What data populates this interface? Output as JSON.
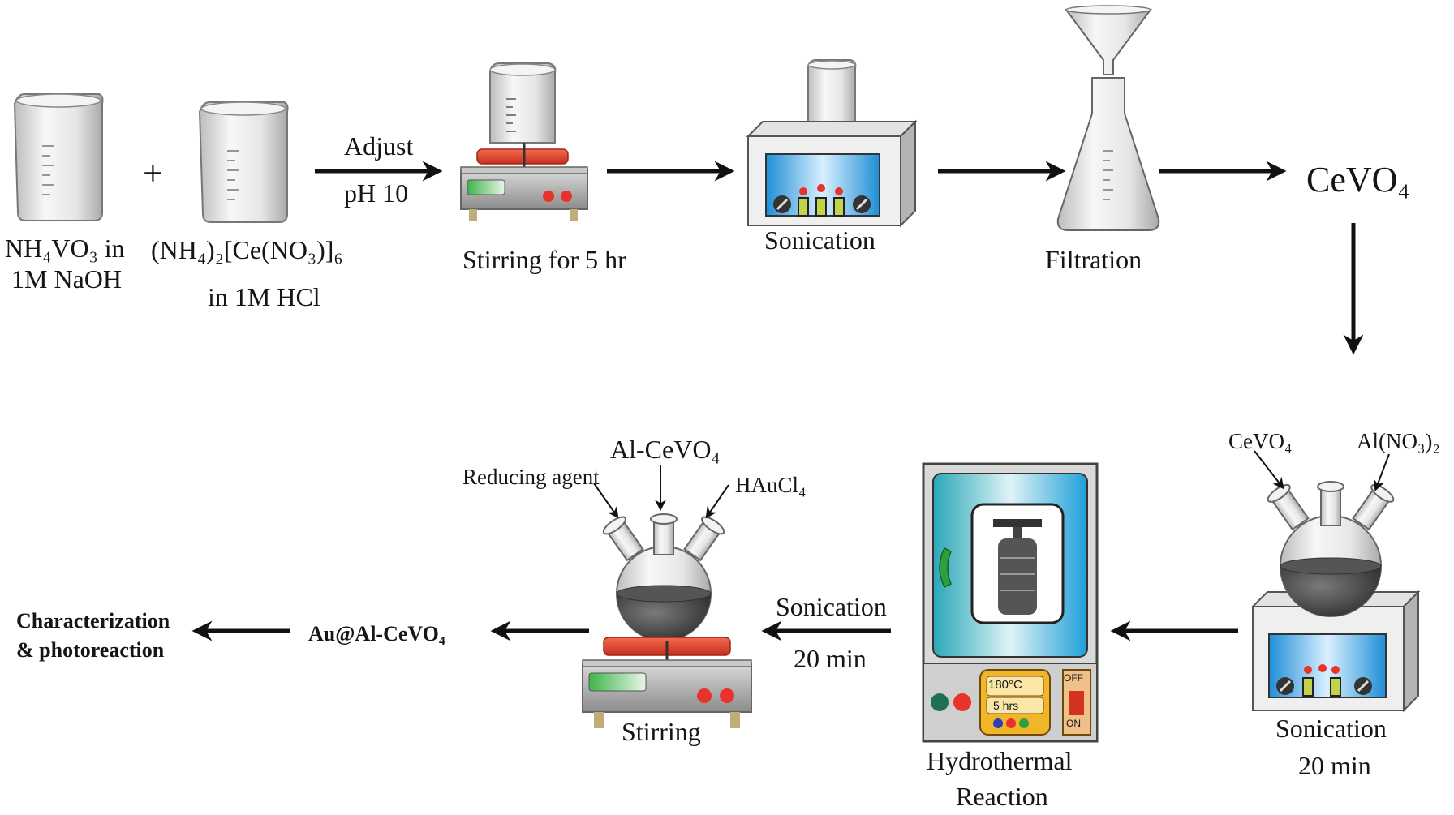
{
  "labels": {
    "nh4vo3_l1": "NH₄VO₃ in",
    "nh4vo3_l2": "1M NaOH",
    "plus": "+",
    "ce_l1": "(NH₄)₂[Ce(NO₃)]₆",
    "ce_l2": "in 1M HCl",
    "adjust": "Adjust",
    "ph10": "pH 10",
    "stir5": "Stirring  for 5 hr",
    "sonication1": "Sonication",
    "filtration": "Filtration",
    "cevo4_product": "CeVO₄",
    "cevo4_in": "CeVO₄",
    "al_no3": "Al(NO₃)₂",
    "sonication2_l1": "Sonication",
    "sonication2_l2": "20 min",
    "hydro_l1": "Hydrothermal",
    "hydro_l2": "Reaction",
    "oven_temp": "180°C",
    "oven_time": "5 hrs",
    "oven_off": "OFF",
    "oven_on": "ON",
    "sonication3_l1": "Sonication",
    "sonication3_l2": "20 min",
    "al_cevo4": "Al-CeVO₄",
    "reducing_agent": "Reducing agent",
    "haucl4": "HAuCl₄",
    "stirring": "Stirring",
    "au_al_cevo4": "Au@Al-CeVO₄",
    "char_l1": "Characterization",
    "char_l2": "& photoreaction"
  },
  "colors": {
    "heater_red": "#e0452d",
    "knob_red": "#e8322a",
    "bath_blue": "#2a9fe0",
    "oven_teal": "#2bb3c9",
    "display_green": "#4cbf55",
    "liquid_gray": "#4a4a4a",
    "panel_yellow": "#f1b52a"
  }
}
